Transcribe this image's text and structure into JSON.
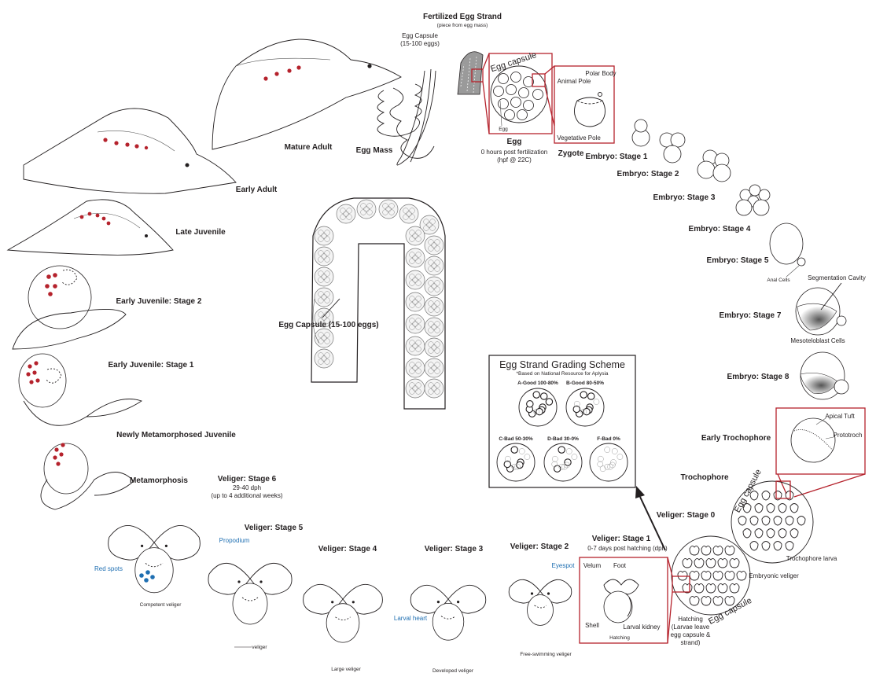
{
  "colors": {
    "red_spots": "#b5222c",
    "blue_labels": "#1f6fb2",
    "ink": "#231f20"
  },
  "top": {
    "fert_title": "Fertilized Egg Strand",
    "fert_sub": "(piece from egg mass)",
    "capsule_l1": "Egg Capsule",
    "capsule_l2": "(15-100 eggs)",
    "egg_mass": "Egg Mass",
    "egg_capsule_arc": "Egg capsule",
    "egg_pointer": "Egg",
    "egg": "Egg",
    "hpf_l1": "0 hours post fertilization",
    "hpf_l2": "(hpf @ 22C)",
    "polar_body": "Polar Body",
    "animal_pole": "Animal Pole",
    "vegetative_pole": "Vegetative Pole",
    "zygote": "Zygote"
  },
  "embryo": {
    "s1": "Embryo: Stage 1",
    "s2": "Embryo: Stage 2",
    "s3": "Embryo: Stage 3",
    "s4": "Embryo: Stage 4",
    "s5": "Embryo: Stage 5",
    "anal_cells": "Anal Cells",
    "seg_cavity": "Segmentation Cavity",
    "s7": "Embryo: Stage 7",
    "mesoteloblast": "Mesoteloblast Cells",
    "s8": "Embryo: Stage 8"
  },
  "troch": {
    "early": "Early Trochophore",
    "apical_tuft": "Apical Tuft",
    "prototroch": "Prototroch",
    "trochophore": "Trochophore",
    "capsule_arc": "Egg capsule",
    "larva": "Trochophore larva",
    "embryonic_veliger": "Embryonic veliger",
    "capsule_arc2": "Egg capsule",
    "hatch_l1": "Hatching",
    "hatch_l2": "(Larvae leave",
    "hatch_l3": "egg capsule &",
    "hatch_l4": "strand)"
  },
  "veliger": {
    "s0": "Veliger: Stage 0",
    "s1": "Veliger: Stage 1",
    "s1_sub": "0-7 days post hatching (dph)",
    "velum": "Velum",
    "foot": "Foot",
    "shell": "Shell",
    "kidney": "Larval kidney",
    "hatching": "Hatching",
    "s2": "Veliger: Stage 2",
    "eyespot": "Eyespot",
    "free": "Free-swimming veliger",
    "s3": "Veliger: Stage 3",
    "heart": "Larval heart",
    "developed": "Developed veliger",
    "s4": "Veliger: Stage 4",
    "large": "Large veliger",
    "s5": "Veliger: Stage 5",
    "propodium": "Propodium",
    "s5_cap": "veliger",
    "s6": "Veliger: Stage 6",
    "s6_l2": "29-40 dph",
    "s6_l3": "(up to 4 additional weeks)",
    "red_spots": "Red spots",
    "competent": "Competent veliger",
    "metamorphosis": "Metamorphosis"
  },
  "left": {
    "newly": "Newly Metamorphosed Juvenile",
    "ej1": "Early Juvenile: Stage 1",
    "ej2": "Early Juvenile: Stage 2",
    "late": "Late Juvenile",
    "early_adult": "Early Adult",
    "mature": "Mature Adult"
  },
  "center": {
    "capsule": "Egg Capsule (15-100 eggs)"
  },
  "grading": {
    "title": "Egg Strand Grading Scheme",
    "note": "*Based on National Resource for Aplysia",
    "a": "A-Good 100-80%",
    "b": "B-Good 80-50%",
    "c": "C-Bad 50-30%",
    "d": "D-Bad 30-0%",
    "f": "F-Bad 0%"
  }
}
